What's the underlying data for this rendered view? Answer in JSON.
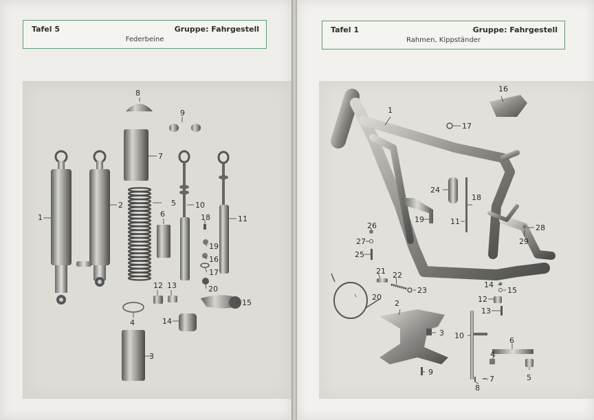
{
  "left_page": {
    "plate": "Tafel 5",
    "group": "Gruppe: Fahrgestell",
    "title": "Federbeine",
    "callouts": [
      "1",
      "2",
      "3",
      "4",
      "5",
      "6",
      "7",
      "8",
      "9",
      "10",
      "11",
      "12",
      "13",
      "14",
      "15",
      "16",
      "17",
      "18",
      "19",
      "20"
    ]
  },
  "right_page": {
    "plate": "Tafel 1",
    "group": "Gruppe: Fahrgestell",
    "title": "Rahmen, Kippständer",
    "callouts": [
      "1",
      "2",
      "3",
      "4",
      "5",
      "6",
      "7",
      "8",
      "9",
      "10",
      "11",
      "12",
      "13",
      "14",
      "15",
      "16",
      "17",
      "18",
      "19",
      "20",
      "21",
      "22",
      "23",
      "24",
      "25",
      "26",
      "27",
      "28",
      "29"
    ]
  }
}
